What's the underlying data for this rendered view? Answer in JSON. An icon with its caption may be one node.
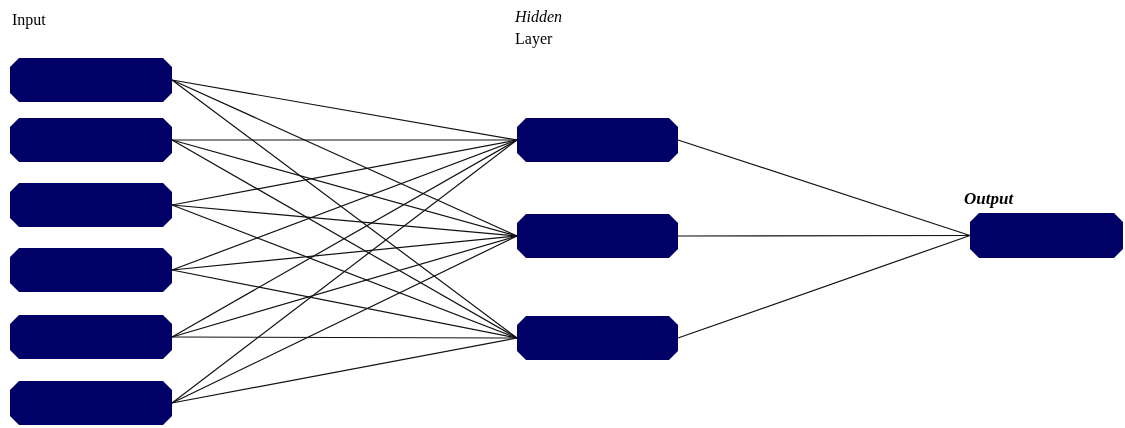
{
  "diagram": {
    "nodes": [
      {
        "text": [],
        "shape": "octagon"
      },
      {
        "text": [],
        "shape": "octagon"
      },
      {
        "text": [],
        "shape": "octagon"
      },
      {
        "text": [],
        "shape": "octagon"
      },
      {
        "text": [],
        "shape": "octagon"
      },
      {
        "text": [],
        "shape": "octagon"
      },
      {
        "text": [],
        "shape": "octagon"
      },
      {
        "text": [],
        "shape": "octagon"
      },
      {
        "text": [],
        "shape": "octagon"
      },
      {
        "text": [],
        "shape": "octagon"
      }
    ],
    "edges": [
      {
        "from": 0,
        "to": 6,
        "arrow": "none"
      },
      {
        "from": 0,
        "to": 7,
        "arrow": "none"
      },
      {
        "from": 0,
        "to": 8,
        "arrow": "none"
      },
      {
        "from": 1,
        "to": 6,
        "arrow": "none"
      },
      {
        "from": 1,
        "to": 7,
        "arrow": "none"
      },
      {
        "from": 1,
        "to": 8,
        "arrow": "none"
      },
      {
        "from": 2,
        "to": 6,
        "arrow": "none"
      },
      {
        "from": 2,
        "to": 7,
        "arrow": "none"
      },
      {
        "from": 2,
        "to": 8,
        "arrow": "none"
      },
      {
        "from": 3,
        "to": 6,
        "arrow": "none"
      },
      {
        "from": 3,
        "to": 7,
        "arrow": "none"
      },
      {
        "from": 3,
        "to": 8,
        "arrow": "none"
      },
      {
        "from": 4,
        "to": 6,
        "arrow": "none"
      },
      {
        "from": 4,
        "to": 7,
        "arrow": "none"
      },
      {
        "from": 4,
        "to": 8,
        "arrow": "none"
      },
      {
        "from": 5,
        "to": 6,
        "arrow": "none"
      },
      {
        "from": 5,
        "to": 7,
        "arrow": "none"
      },
      {
        "from": 5,
        "to": 8,
        "arrow": "none"
      },
      {
        "from": 6,
        "to": 9,
        "arrow": "none"
      },
      {
        "from": 7,
        "to": 9,
        "arrow": "none"
      },
      {
        "from": 8,
        "to": 9,
        "arrow": "none"
      }
    ],
    "labels": [
      "Input",
      "*Hidden* Layer",
      "Output"
    ]
  }
}
